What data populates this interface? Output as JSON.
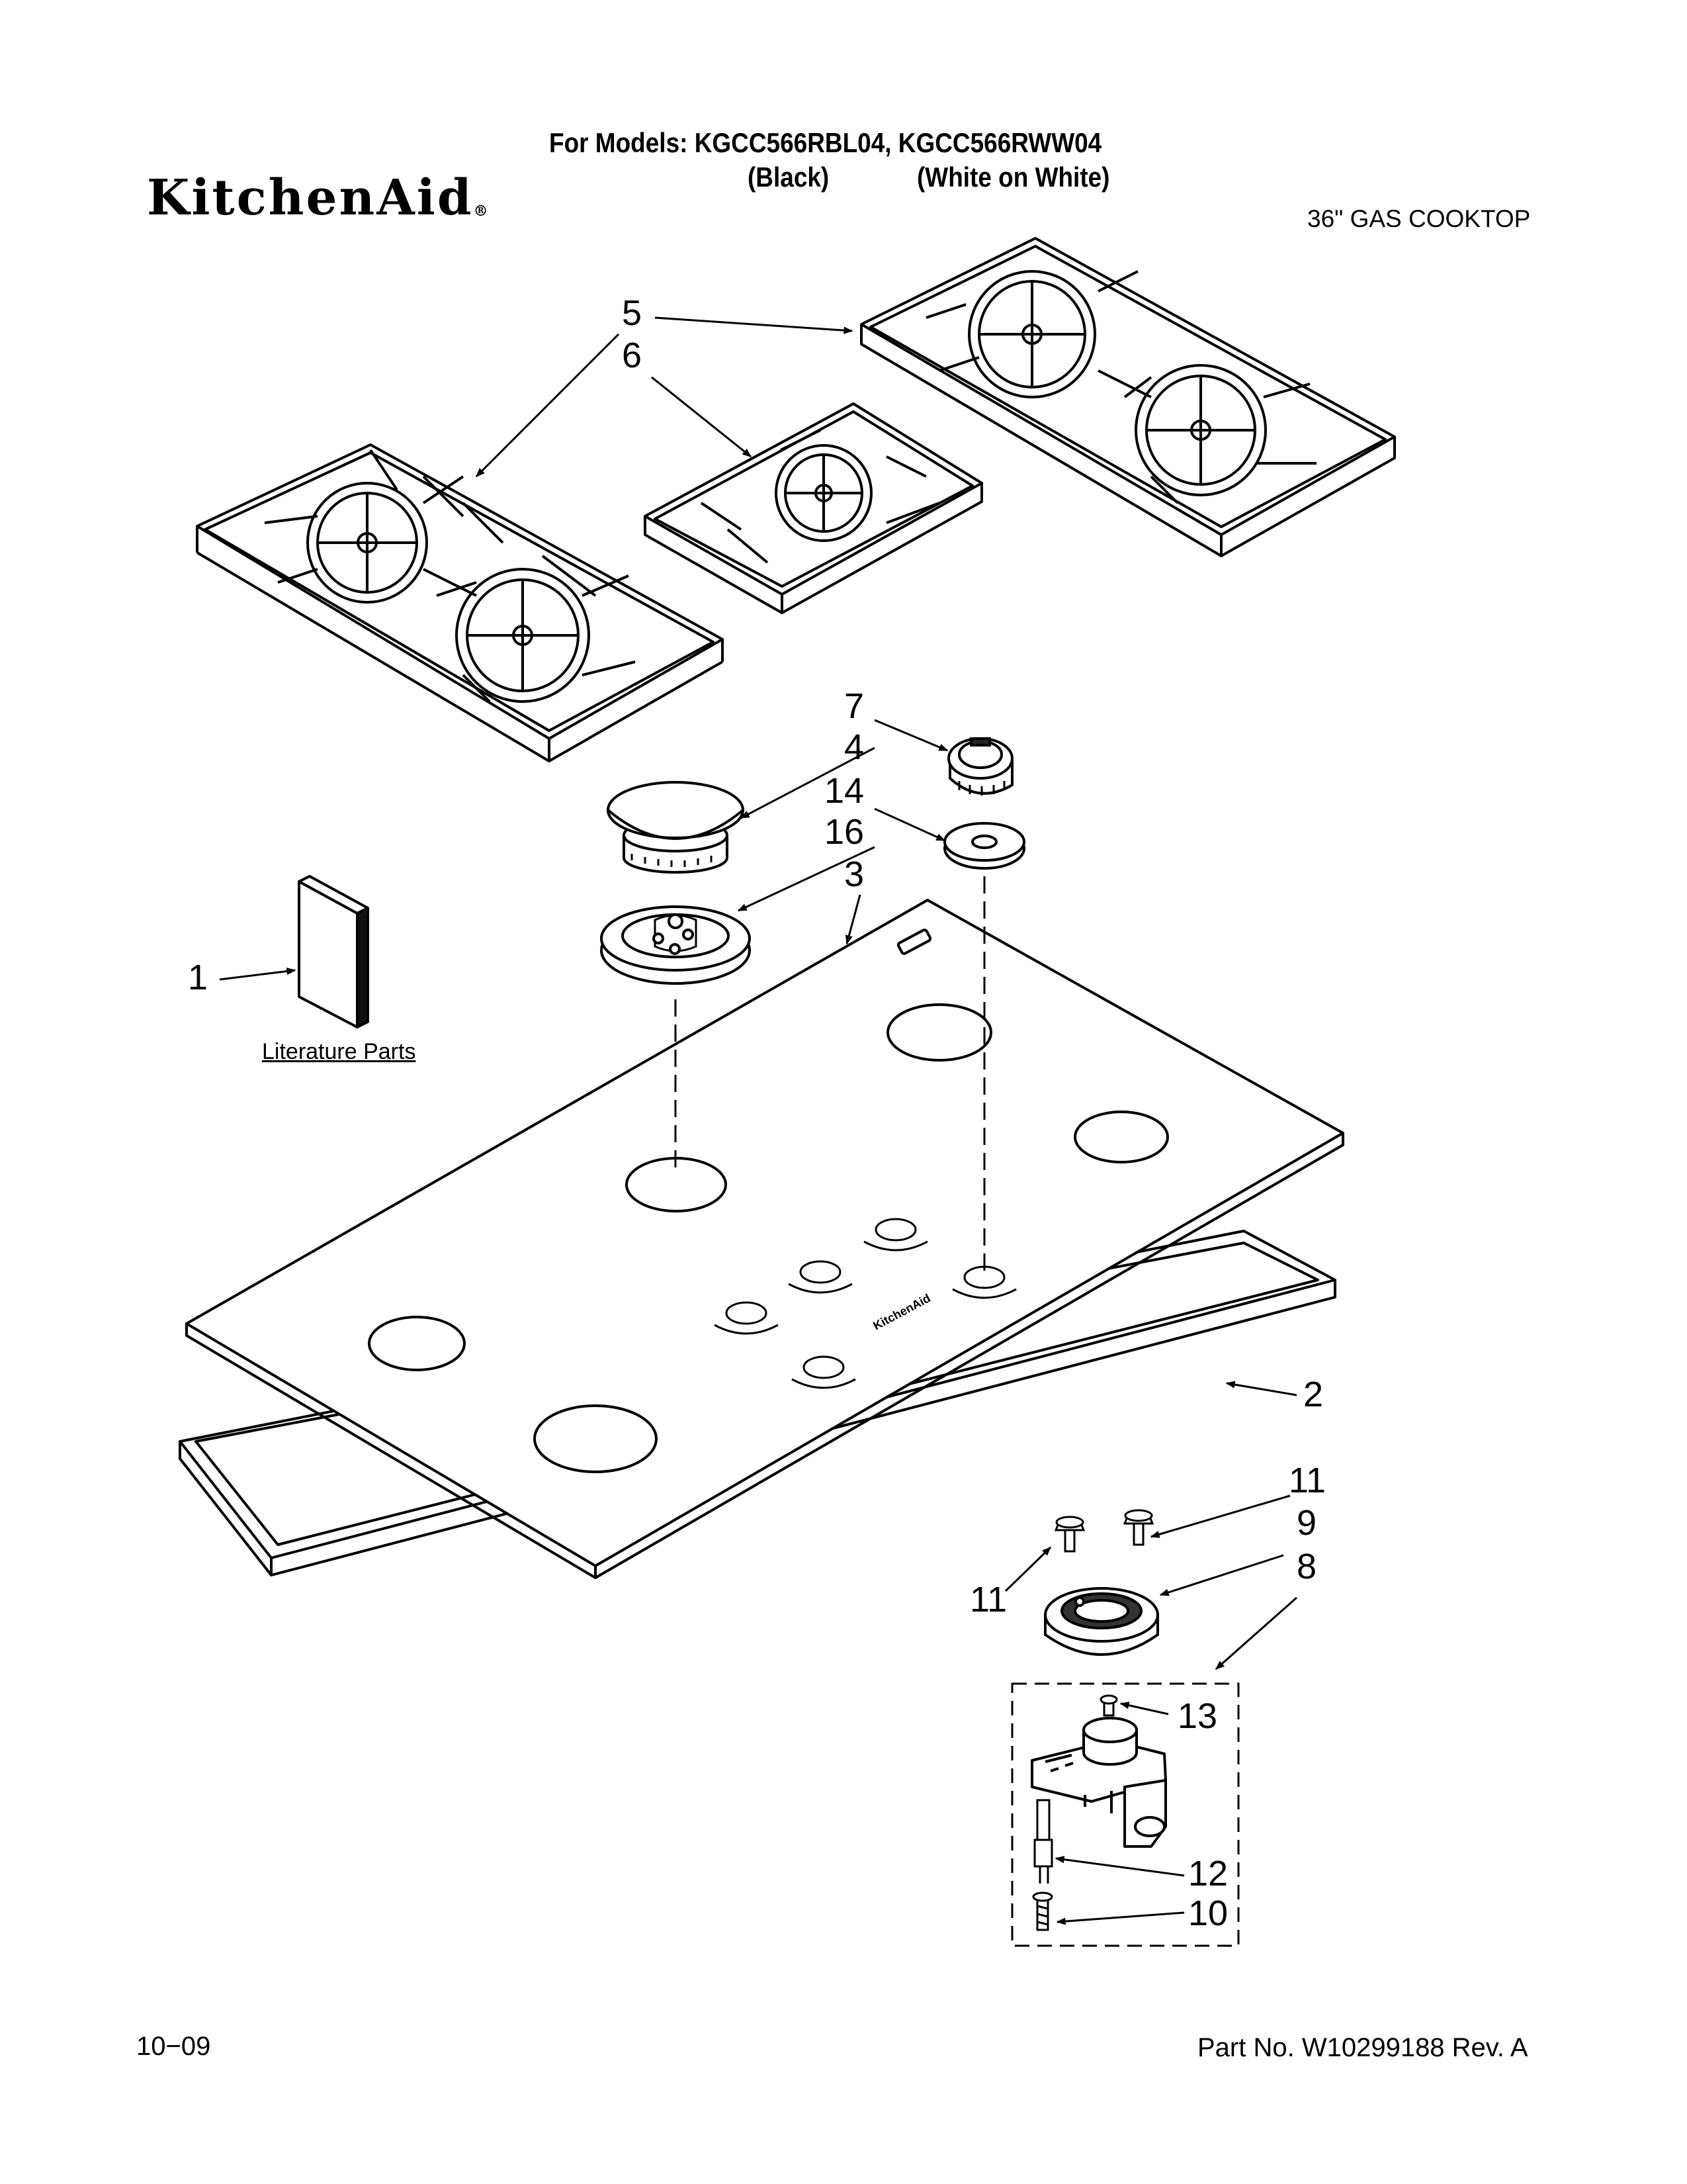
{
  "header": {
    "models_line": "For Models: KGCC566RBL04, KGCC566RWW04",
    "color_black": "(Black)",
    "color_white": "(White on White)",
    "brand": "KitchenAid",
    "registered_mark": "®",
    "product": "36\" GAS COOKTOP"
  },
  "diagram": {
    "literature_label": "Literature Parts",
    "cooktop_logo": "KitchenAid",
    "callouts": [
      "1",
      "2",
      "3",
      "4",
      "5",
      "6",
      "7",
      "8",
      "9",
      "10",
      "11",
      "11",
      "12",
      "13",
      "14",
      "16"
    ]
  },
  "footer": {
    "date": "10−09",
    "part_no": "Part No. W10299188 Rev. A"
  }
}
